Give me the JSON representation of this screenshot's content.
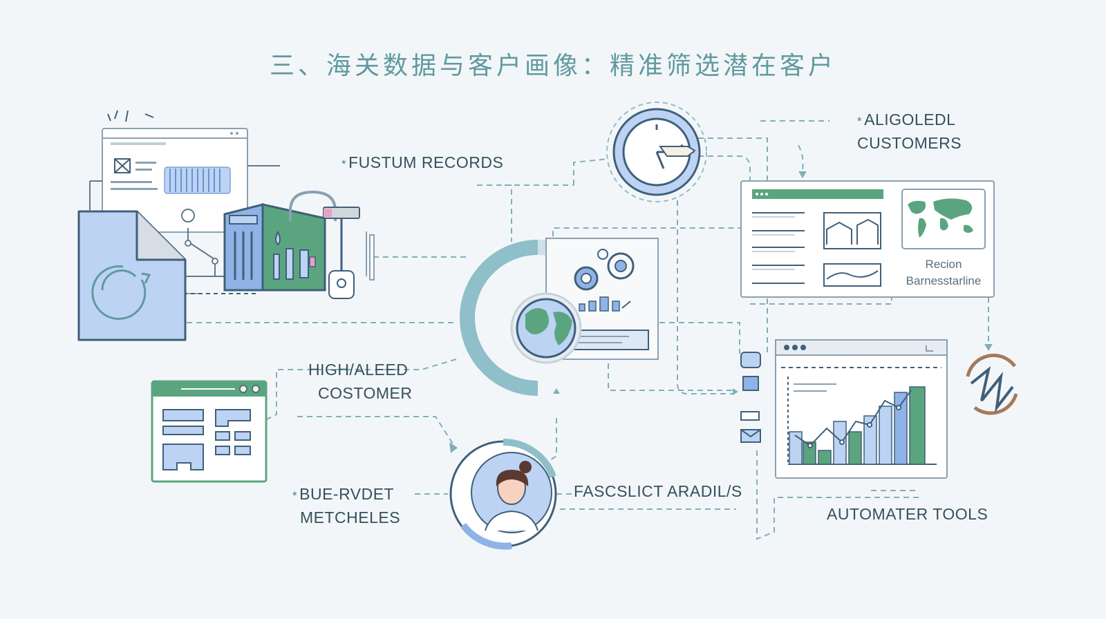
{
  "title": "三、海关数据与客户画像：精准筛选潜在客户",
  "labels": {
    "custom_records": "FUSTUM RECORDS",
    "aligned_customers_1": "ALIGOLEDL",
    "aligned_customers_2": "CUSTOMERS",
    "high_value_1": "HIGH/ALEED",
    "high_value_2": "COSTOMER",
    "matches_1": "BUE-RVDET",
    "matches_2": "METCHELES",
    "analysis": "FASCSLICT ARADIL/S",
    "automated_tools": "AUTOMATER TOOLS",
    "region_1": "Recion",
    "region_2": "Barnesstarline"
  },
  "colors": {
    "teal": "#5f9aa0",
    "green": "#5aa57f",
    "blue_fill": "#bcd3f3",
    "outline": "#3f5f7a",
    "dash": "#7fb0b5"
  },
  "icons": [
    "document-refresh-icon",
    "browser-window-icon",
    "warehouse-building-icon",
    "padlock-icon",
    "stopwatch-icon",
    "dashboard-window-icon",
    "world-map-icon",
    "globe-icon",
    "gears-icon",
    "layout-window-icon",
    "customer-avatar-icon",
    "bar-chart-window-icon",
    "recycle-icon",
    "envelope-icon"
  ]
}
